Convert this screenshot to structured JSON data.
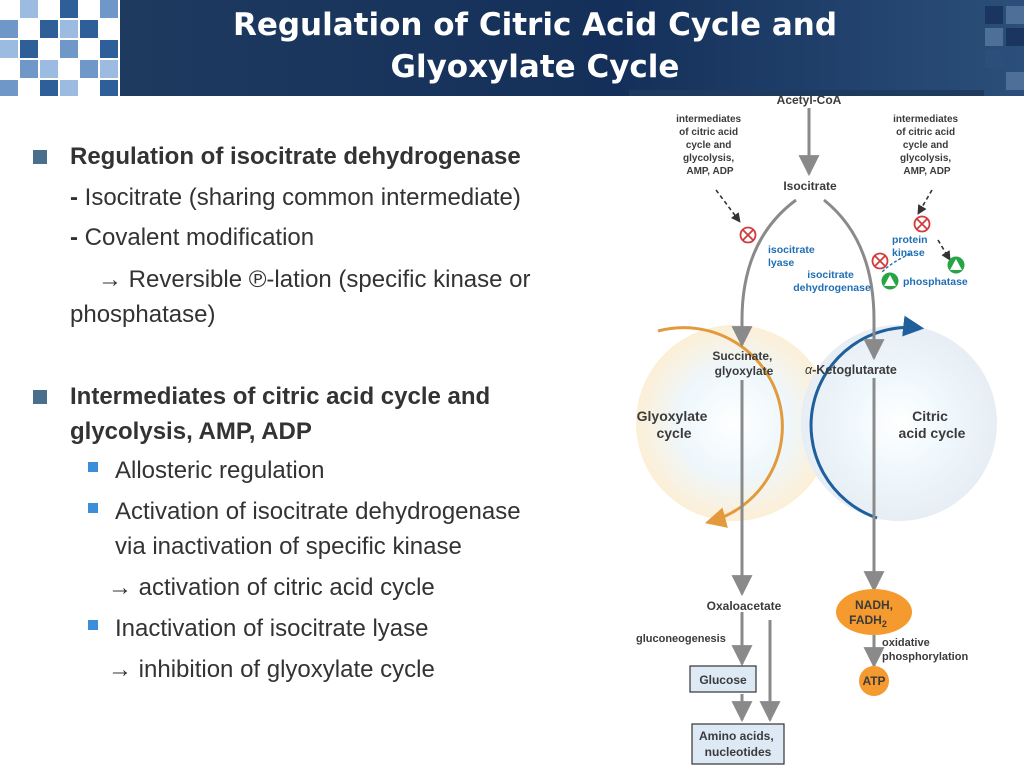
{
  "title": {
    "line1": "Regulation of Citric Acid Cycle and",
    "line2": "Glyoxylate Cycle"
  },
  "bullets": {
    "b1_heading": "Regulation of isocitrate dehydrogenase",
    "b1_sub1_dash": "-",
    "b1_sub1_text": " Isocitrate (sharing common intermediate)",
    "b1_sub2_dash": "-",
    "b1_sub2_text": " Covalent modification",
    "b1_sub3_line1": "→ Reversible ℗-lation (specific kinase or",
    "b1_sub3_line2": "phosphatase)",
    "b2_heading_line1": "Intermediates of citric acid cycle and",
    "b2_heading_line2": "glycolysis, AMP, ADP",
    "b2_item1": "Allosteric regulation",
    "b2_item2_line1": "Activation of isocitrate dehydrogenase",
    "b2_item2_line2": "via inactivation of specific kinase",
    "b2_item2_result": "→ activation of citric acid cycle",
    "b2_item3": "Inactivation of isocitrate lyase",
    "b2_item3_result": "→ inhibition of glyoxylate cycle"
  },
  "diagram": {
    "acetyl_coa": "Acetyl-CoA",
    "isocitrate": "Isocitrate",
    "left_regulators": [
      "intermediates",
      "of citric acid",
      "cycle and",
      "glycolysis,",
      "AMP, ADP"
    ],
    "right_regulators": [
      "intermediates",
      "of citric acid",
      "cycle and",
      "glycolysis,",
      "AMP, ADP"
    ],
    "isocitrate_lyase": [
      "isocitrate",
      "lyase"
    ],
    "isocitrate_dehydrogenase": [
      "isocitrate",
      "dehydrogenase"
    ],
    "protein_kinase": [
      "protein",
      "kinase"
    ],
    "phosphatase": "phosphatase",
    "succinate_glyoxylate": [
      "Succinate,",
      "glyoxylate"
    ],
    "alpha": "α",
    "ketoglutarate": "-Ketoglutarate",
    "glyoxylate_cycle": [
      "Glyoxylate",
      "cycle"
    ],
    "citric_acid_cycle": [
      "Citric",
      "acid cycle"
    ],
    "oxaloacetate": "Oxaloacetate",
    "gluconeogenesis": "gluconeogenesis",
    "nadh": "NADH,",
    "fadh": "FADH",
    "fadh_sub": "2",
    "oxidative_phosphorylation": [
      "oxidative",
      "phosphorylation"
    ],
    "glucose": "Glucose",
    "atp": "ATP",
    "amino_acids": [
      "Amino acids,",
      "nucleotides"
    ],
    "colors": {
      "arrow_gray": "#8a8a8a",
      "label_dark": "#3b3b3b",
      "enzyme_blue": "#1f6fb5",
      "glyox_orange": "#e39a3c",
      "citric_blue": "#1e5f9c",
      "nadh_orange": "#f49a2f",
      "green": "#27a544",
      "inhibit_red": "#d23b3b"
    }
  }
}
